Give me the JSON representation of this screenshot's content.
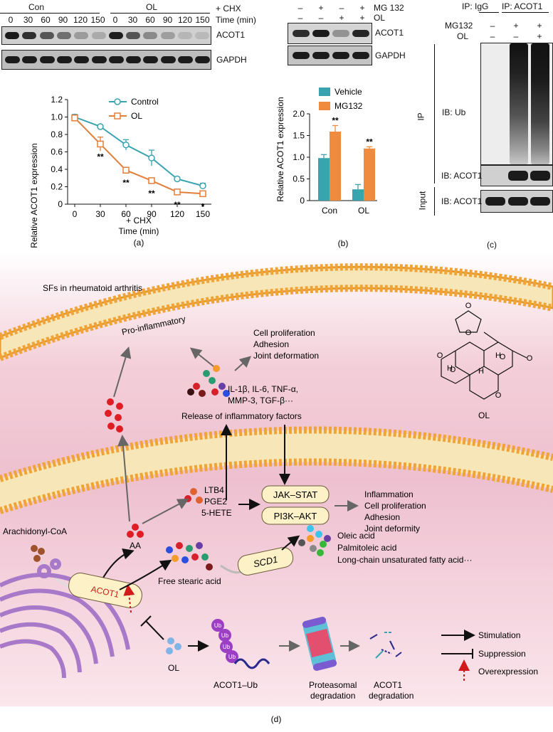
{
  "panels": {
    "a": {
      "blot": {
        "group_con": "Con",
        "group_ol": "OL",
        "treatment": "+ CHX",
        "time_label": "Time (min)",
        "times": [
          "0",
          "30",
          "60",
          "90",
          "120",
          "150",
          "0",
          "30",
          "60",
          "90",
          "120",
          "150"
        ],
        "row1": "ACOT1",
        "row2": "GAPDH"
      },
      "caption": "(a)"
    },
    "b": {
      "blot": {
        "row_mg132": "MG 132",
        "row_ol": "OL",
        "mg132_signs": [
          "–",
          "+",
          "–",
          "+"
        ],
        "ol_signs": [
          "–",
          "–",
          "+",
          "+"
        ],
        "row1": "ACOT1",
        "row2": "GAPDH"
      },
      "caption": "(b)"
    },
    "c": {
      "ip_igg": "IP: IgG",
      "ip_acot1": "IP: ACOT1",
      "row_mg132": "MG132",
      "row_ol": "OL",
      "mg132_signs": [
        "–",
        "+",
        "+"
      ],
      "ol_signs": [
        "–",
        "–",
        "+"
      ],
      "ip_label": "IP",
      "input_label": "Input",
      "ib_ub": "IB: Ub",
      "ib_acot1_ip": "IB: ACOT1",
      "ib_acot1_input": "IB: ACOT1",
      "caption": "(c)"
    },
    "d": {
      "title": "SFs in rheumatoid arthritis",
      "pro_inflammatory": "Pro-inflammatory",
      "outcomes_top": [
        "Cell proliferation",
        "Adhesion",
        "Joint deformation"
      ],
      "factors_line1": "IL-1β, IL-6, TNF-α,",
      "factors_line2": "MMP-3, TGF-β···",
      "release": "Release of inflammatory factors",
      "mediators": [
        "LTB4",
        "PGE2",
        "5-HETE"
      ],
      "pathway1": "JAK–STAT",
      "pathway2": "PI3K–AKT",
      "outcomes_mid": [
        "Inflammation",
        "Cell proliferation",
        "Adhesion",
        "Joint deformity"
      ],
      "arachidonyl": "Arachidonyl-CoA",
      "aa": "AA",
      "acot1": "ACOT1",
      "free_stearic": "Free stearic acid",
      "scd1": "SCD1",
      "products": [
        "Oleic acid",
        "Palmitoleic acid",
        "Long-chain unsaturated fatty acid···"
      ],
      "ol": "OL",
      "ub": "Ub",
      "acot1_ub": "ACOT1–Ub",
      "proteasomal_1": "Proteasomal",
      "proteasomal_2": "degradation",
      "acot1_deg_1": "ACOT1",
      "acot1_deg_2": "degradation",
      "legend": [
        "Stimulation",
        "Suppression",
        "Overexpression"
      ],
      "ol_struct": "OL",
      "struct_atoms": [
        "O",
        "O",
        "O",
        "O",
        "O",
        "O",
        "O",
        "H",
        "H",
        "H"
      ],
      "caption": "(d)"
    }
  },
  "colors": {
    "control": "#3aa3b0",
    "ol": "#e0803c",
    "vehicle": "#3aa3b0",
    "mg132": "#f08a3c",
    "membrane_head": "#f0a438",
    "bg_pink": "#f6d3df",
    "ub_purple": "#9b3fc4",
    "arrow_red": "#d11a1a"
  },
  "chart_data": [
    {
      "type": "line",
      "ylabel": "Relative ACOT1 expression",
      "xlabel": "Time (min)",
      "xlabel_extra": "+ CHX",
      "x": [
        0,
        30,
        60,
        90,
        120,
        150
      ],
      "ylim": [
        0,
        1.2
      ],
      "yticks": [
        "0",
        "0.2",
        "0.4",
        "0.6",
        "0.8",
        "1.0",
        "1.2"
      ],
      "legend": "top-center",
      "series": [
        {
          "name": "Control",
          "values": [
            1.0,
            0.89,
            0.68,
            0.53,
            0.29,
            0.21
          ],
          "err": [
            0.03,
            0.02,
            0.06,
            0.09,
            0.02,
            0.03
          ]
        },
        {
          "name": "OL",
          "values": [
            0.99,
            0.69,
            0.39,
            0.27,
            0.14,
            0.12
          ],
          "err": [
            0.03,
            0.08,
            0.03,
            0.02,
            0.02,
            0.02
          ]
        }
      ],
      "annotations": [
        "**",
        "**",
        "**",
        "**",
        "*"
      ]
    },
    {
      "type": "bar",
      "ylabel": "Relative ACOT1 expression",
      "categories": [
        "Con",
        "OL"
      ],
      "ylim": [
        0,
        2.0
      ],
      "yticks": [
        "0",
        "0.5",
        "1.0",
        "1.5",
        "2.0"
      ],
      "legend": "top",
      "series": [
        {
          "name": "Vehicle",
          "values": [
            0.98,
            0.26
          ],
          "err": [
            0.08,
            0.11
          ]
        },
        {
          "name": "MG132",
          "values": [
            1.59,
            1.2
          ],
          "err": [
            0.14,
            0.04
          ]
        }
      ],
      "annotations": [
        "**",
        "**"
      ]
    }
  ]
}
